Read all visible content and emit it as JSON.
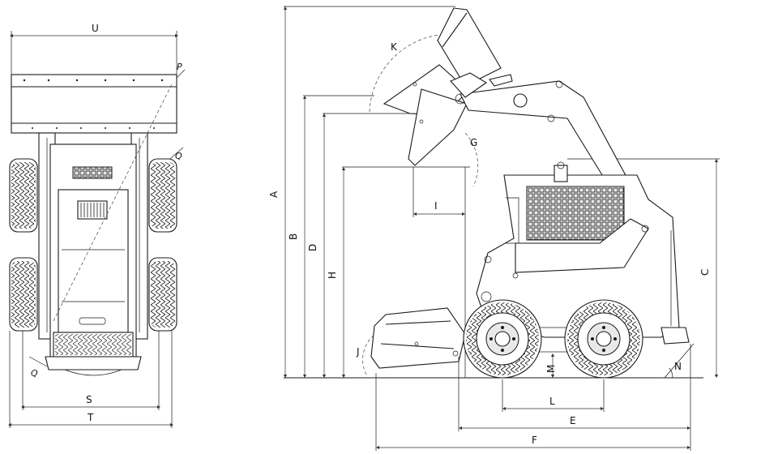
{
  "labels": {
    "U": "U",
    "P": "P",
    "Q_top": "Q",
    "Q_bottom": "Q",
    "S": "S",
    "T": "T",
    "A": "A",
    "B": "B",
    "C": "C",
    "D": "D",
    "E": "E",
    "F": "F",
    "G": "G",
    "H": "H",
    "I": "I",
    "J": "J",
    "K": "K",
    "L": "L",
    "M": "M",
    "N": "N"
  }
}
